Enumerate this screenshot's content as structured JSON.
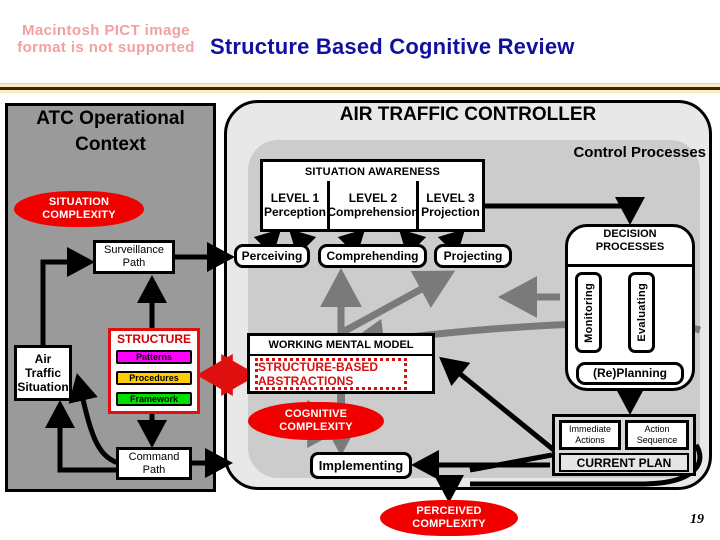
{
  "header": {
    "pict_warning": "Macintosh PICT image format is not supported",
    "title": "Structure Based Cognitive Review"
  },
  "left_panel": {
    "title": "ATC Operational Context",
    "situation_complexity": "SITUATION COMPLEXITY",
    "surveillance_path": "Surveillance Path",
    "command_path": "Command Path",
    "air_traffic_situation": "Air Traffic Situation",
    "structure": {
      "title": "STRUCTURE",
      "items": [
        {
          "label": "Patterns",
          "color": "#ff00ff"
        },
        {
          "label": "Procedures",
          "color": "#ffcc00"
        },
        {
          "label": "Framework",
          "color": "#00e000"
        }
      ]
    }
  },
  "controller": {
    "header": "AIR TRAFFIC CONTROLLER",
    "control_processes": "Control Processes",
    "situation_awareness": {
      "title": "SITUATION AWARENESS",
      "levels": [
        {
          "level": "LEVEL 1",
          "name": "Perception"
        },
        {
          "level": "LEVEL 2",
          "name": "Comprehension"
        },
        {
          "level": "LEVEL 3",
          "name": "Projection"
        }
      ]
    },
    "processes": {
      "perceiving": "Perceiving",
      "comprehending": "Comprehending",
      "projecting": "Projecting",
      "implementing": "Implementing"
    },
    "working_mental_model": {
      "title": "WORKING MENTAL MODEL",
      "abstractions": "STRUCTURE-BASED ABSTRACTIONS"
    },
    "decision_processes": {
      "title": "DECISION PROCESSES",
      "monitoring": "Monitoring",
      "evaluating": "Evaluating",
      "replanning": "(Re)Planning"
    },
    "current_plan": {
      "immediate_actions": "Immediate Actions",
      "action_sequence": "Action Sequence",
      "label": "CURRENT PLAN"
    },
    "cognitive_complexity": "COGNITIVE COMPLEXITY",
    "perceived_complexity": "PERCEIVED COMPLEXITY"
  },
  "footer": {
    "page_number": "19"
  },
  "colors": {
    "title_blue": "#11119e",
    "complexity_red": "#f20000",
    "structure_red": "#e01010",
    "rule_gold": "#f7edc0",
    "rule_dark": "#3d2307",
    "panel_gray": "#9a9a9a"
  }
}
